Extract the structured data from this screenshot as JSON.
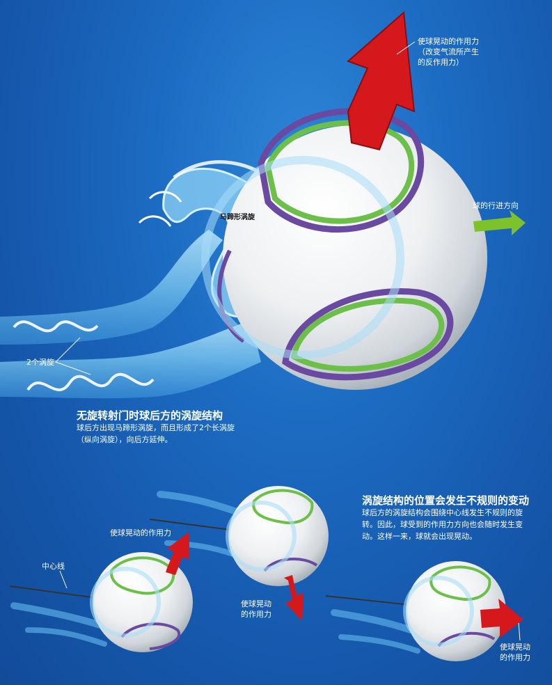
{
  "colors": {
    "background": "#1a63b8",
    "vortex": "#8fd3f5",
    "force_arrow": "#d4181c",
    "direction_arrow": "#7dc12b",
    "ball_band_green": "#6cc04a",
    "ball_band_purple": "#6a4aa0"
  },
  "top": {
    "force_label": "使球晃动的作用力",
    "force_sub": "（改变气流所产生",
    "force_sub2": "的反作用力）",
    "direction_label": "球的行进方向",
    "horseshoe_label": "马蹄形涡旋",
    "two_vortices_label": "2个涡旋",
    "title": "无旋转射门时球后方的涡旋结构",
    "desc_line1": "球后方出现马蹄形涡旋，而且形成了2个长涡旋",
    "desc_line2": "（纵向涡旋），向后方延伸。"
  },
  "bottom": {
    "title": "涡旋结构的位置会发生不规则的变动",
    "desc_line1": "球后方的涡旋结构会围绕中心线发生不规则的旋",
    "desc_line2": "转。因此，球受到的作用力方向也会随时发生变",
    "desc_line3": "动。这样一来，球就会出现晃动。",
    "center_line_label": "中心线",
    "force1": "使球晃动的作用力",
    "force2_line1": "使球晃动",
    "force2_line2": "的作用力",
    "force3_line1": "使球晃动",
    "force3_line2": "的作用力"
  }
}
